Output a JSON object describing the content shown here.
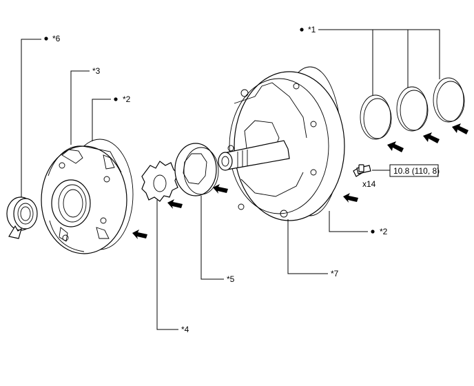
{
  "callouts": {
    "c1": "*1",
    "c2a": "*2",
    "c2b": "*2",
    "c3": "*3",
    "c4": "*4",
    "c5": "*5",
    "c6": "*6",
    "c7": "*7"
  },
  "torque": {
    "spec": "10.8 (110, 8)",
    "qty": "x14"
  },
  "icons": {
    "bullet": "filled-dot",
    "install_arrow": "bold-arrow",
    "bolt": "flange-bolt"
  }
}
